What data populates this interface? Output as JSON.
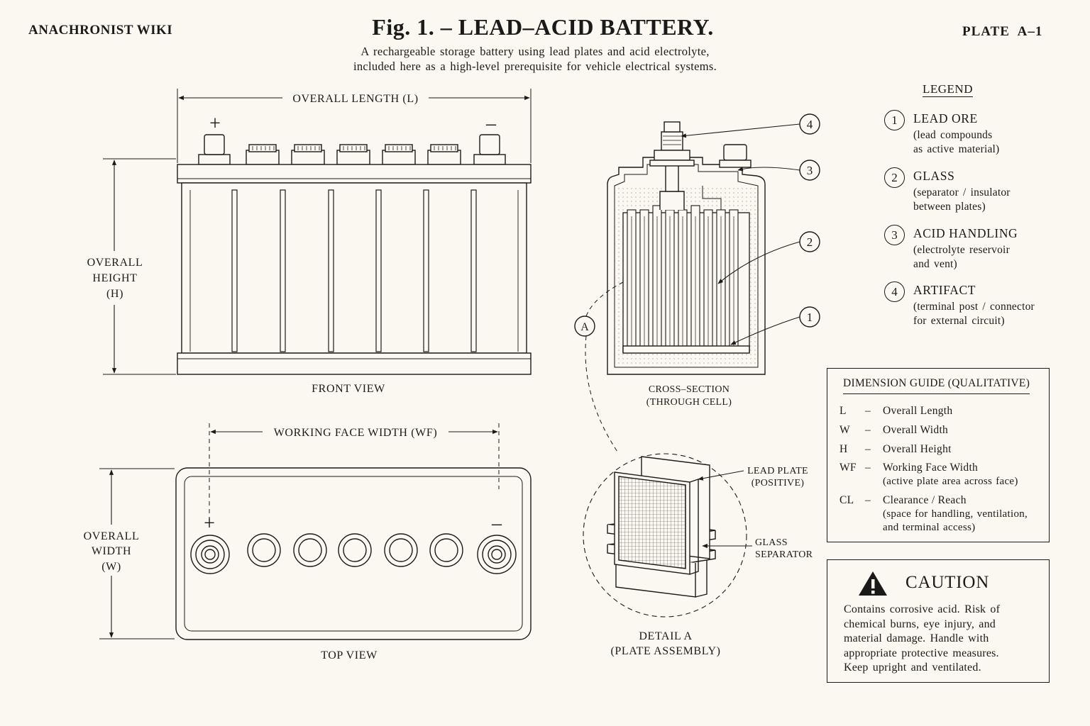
{
  "header": {
    "wiki_name": "ANACHRONIST WIKI",
    "title": "Fig. 1. – LEAD–ACID BATTERY.",
    "subtitle_line1": "A rechargeable storage battery using lead plates and acid electrolyte,",
    "subtitle_line2": "included here as a high-level prerequisite for vehicle electrical systems.",
    "plate": "PLATE A–1"
  },
  "front_view": {
    "caption": "FRONT VIEW",
    "length_label": "OVERALL LENGTH (L)",
    "height_label": [
      "OVERALL",
      "HEIGHT",
      "(H)"
    ],
    "positive": "+",
    "negative": "–"
  },
  "top_view": {
    "caption": "TOP VIEW",
    "width_label": "WORKING FACE WIDTH (WF)",
    "overall_width_label": [
      "OVERALL",
      "WIDTH",
      "(W)"
    ],
    "positive": "+",
    "negative": "–"
  },
  "cross_section": {
    "caption_line1": "CROSS–SECTION",
    "caption_line2": "(THROUGH CELL)",
    "callouts": [
      "4",
      "3",
      "2",
      "1"
    ],
    "detail_marker": "A"
  },
  "detail_a": {
    "caption_line1": "DETAIL A",
    "caption_line2": "(PLATE ASSEMBLY)",
    "lead_plate": [
      "LEAD PLATE",
      "(POSITIVE)"
    ],
    "glass_separator": [
      "GLASS",
      "SEPARATOR"
    ]
  },
  "legend": {
    "title": "LEGEND",
    "items": [
      {
        "num": "1",
        "name": "LEAD ORE",
        "desc": [
          "(lead compounds",
          "as active material)"
        ]
      },
      {
        "num": "2",
        "name": "GLASS",
        "desc": [
          "(separator / insulator",
          "between plates)"
        ]
      },
      {
        "num": "3",
        "name": "ACID HANDLING",
        "desc": [
          "(electrolyte reservoir",
          "and vent)"
        ]
      },
      {
        "num": "4",
        "name": "ARTIFACT",
        "desc": [
          "(terminal post / connector",
          "for external circuit)"
        ]
      }
    ]
  },
  "dimension_guide": {
    "title": "DIMENSION GUIDE (QUALITATIVE)",
    "rows": [
      {
        "code": "L",
        "dash": "–",
        "term": "Overall Length",
        "note": []
      },
      {
        "code": "W",
        "dash": "–",
        "term": "Overall Width",
        "note": []
      },
      {
        "code": "H",
        "dash": "–",
        "term": "Overall Height",
        "note": []
      },
      {
        "code": "WF",
        "dash": "–",
        "term": "Working Face Width",
        "note": [
          "(active plate area across face)"
        ]
      },
      {
        "code": "CL",
        "dash": "–",
        "term": "Clearance / Reach",
        "note": [
          "(space for handling, ventilation,",
          "and terminal access)"
        ]
      }
    ]
  },
  "caution": {
    "title": "CAUTION",
    "lines": [
      "Contains corrosive acid. Risk of",
      "chemical burns, eye injury, and",
      "material damage. Handle with",
      "appropriate protective measures.",
      "Keep upright and ventilated."
    ]
  }
}
